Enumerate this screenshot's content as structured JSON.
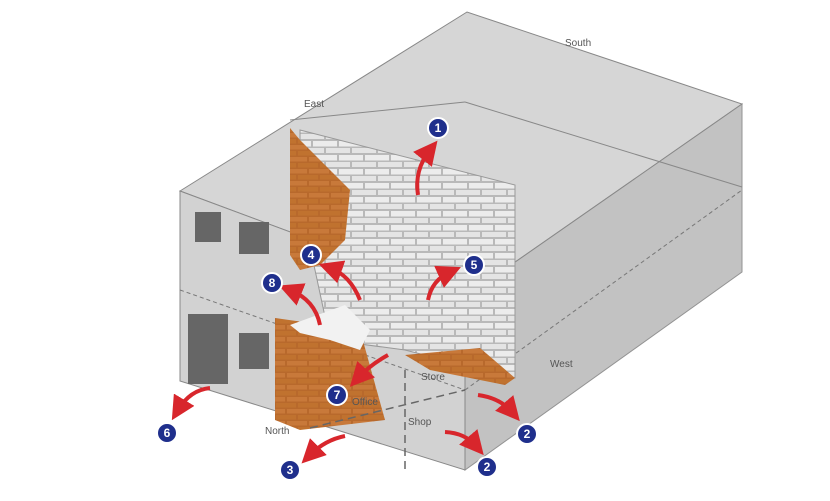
{
  "directions": {
    "south": "South",
    "east": "East",
    "west": "West",
    "north": "North"
  },
  "rooms": {
    "store": "Store",
    "office": "Office",
    "shop": "Shop"
  },
  "markers": {
    "m1": "1",
    "m2a": "2",
    "m2b": "2",
    "m3": "3",
    "m4": "4",
    "m5": "5",
    "m6": "6",
    "m7": "7",
    "m8": "8"
  },
  "colors": {
    "marker_fill": "#1f2f8c",
    "arrow": "#d8262c",
    "brick": "#b8692c",
    "block_wall": "#e6e6e6",
    "building_shell": "#c8c8c8"
  }
}
